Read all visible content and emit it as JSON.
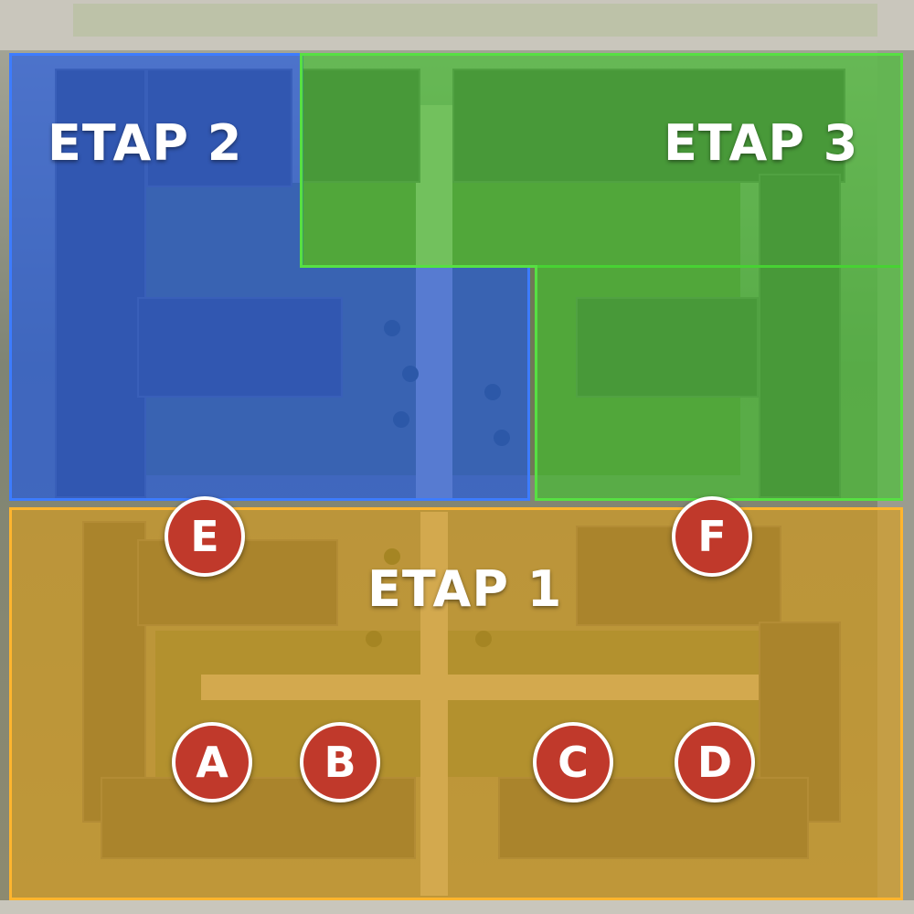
{
  "stages": [
    {
      "id": "etap2",
      "label": "ETAP 2",
      "color": "#1955EB"
    },
    {
      "id": "etap3",
      "label": "ETAP 3",
      "color": "#3CC828"
    },
    {
      "id": "etap1",
      "label": "ETAP 1",
      "color": "#E1A014"
    }
  ],
  "buildings": [
    {
      "id": "e",
      "label": "E",
      "stage": "etap1"
    },
    {
      "id": "f",
      "label": "F",
      "stage": "etap1"
    },
    {
      "id": "a",
      "label": "A",
      "stage": "etap1"
    },
    {
      "id": "b",
      "label": "B",
      "stage": "etap1"
    },
    {
      "id": "c",
      "label": "C",
      "stage": "etap1"
    },
    {
      "id": "d",
      "label": "D",
      "stage": "etap1"
    }
  ],
  "marker_color": "#C0392B"
}
